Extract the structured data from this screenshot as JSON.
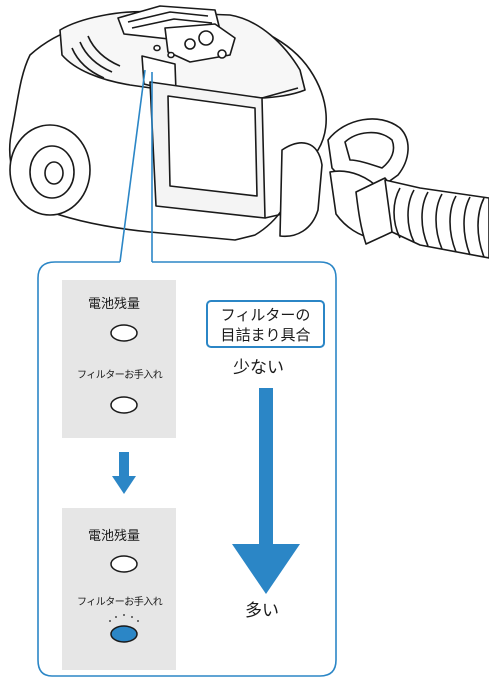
{
  "image": {
    "description": "Japanese vacuum cleaner indicator illustration",
    "colors": {
      "outline": "#1a1a1a",
      "accent_blue": "#2b86c6",
      "panel_gray": "#e6e6e6",
      "led_on": "#2b86c6"
    }
  },
  "panel_top": {
    "battery_label": "電池残量",
    "filter_label": "フィルターお手入れ"
  },
  "panel_bottom": {
    "battery_label": "電池残量",
    "filter_label": "フィルターお手入れ"
  },
  "indicator": {
    "badge_line1": "フィルターの",
    "badge_line2": "目詰まり具合",
    "low_label": "少ない",
    "high_label": "多い"
  }
}
